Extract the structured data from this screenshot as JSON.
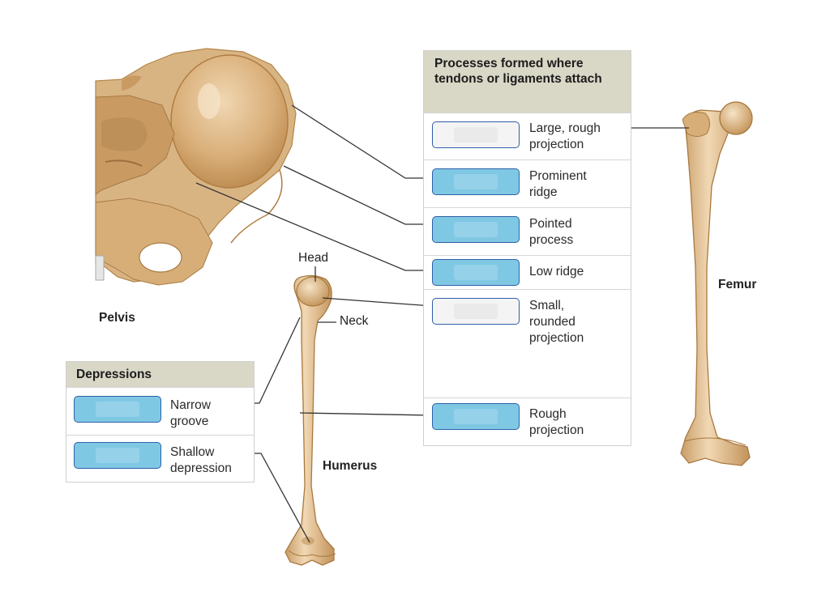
{
  "processes_panel": {
    "title": "Processes formed where tendons or ligaments attach",
    "rows": [
      {
        "text": "Large, rough\nprojection",
        "box": "empty"
      },
      {
        "text": "Prominent\nridge",
        "box": "filled"
      },
      {
        "text": "Pointed\nprocess",
        "box": "filled"
      },
      {
        "text": "Low ridge",
        "box": "filled"
      },
      {
        "text": "Small,\nrounded\nprojection",
        "box": "empty"
      },
      {
        "text": "Rough\nprojection",
        "box": "filled"
      }
    ]
  },
  "depressions_panel": {
    "title": "Depressions",
    "rows": [
      {
        "text": "Narrow\ngroove",
        "box": "filled"
      },
      {
        "text": "Shallow\ndepression",
        "box": "filled"
      }
    ]
  },
  "bone_labels": {
    "pelvis": "Pelvis",
    "humerus": "Humerus",
    "femur": "Femur",
    "head": "Head",
    "neck": "Neck"
  },
  "colors": {
    "bone_fill": "#e2c398",
    "bone_shade": "#c49a66",
    "bone_dark": "#a8793f",
    "drop_filled": "#7fc8e4",
    "drop_border": "#2f5fa8",
    "panel_header": "#d9d7c6",
    "leader_line": "#333333"
  }
}
